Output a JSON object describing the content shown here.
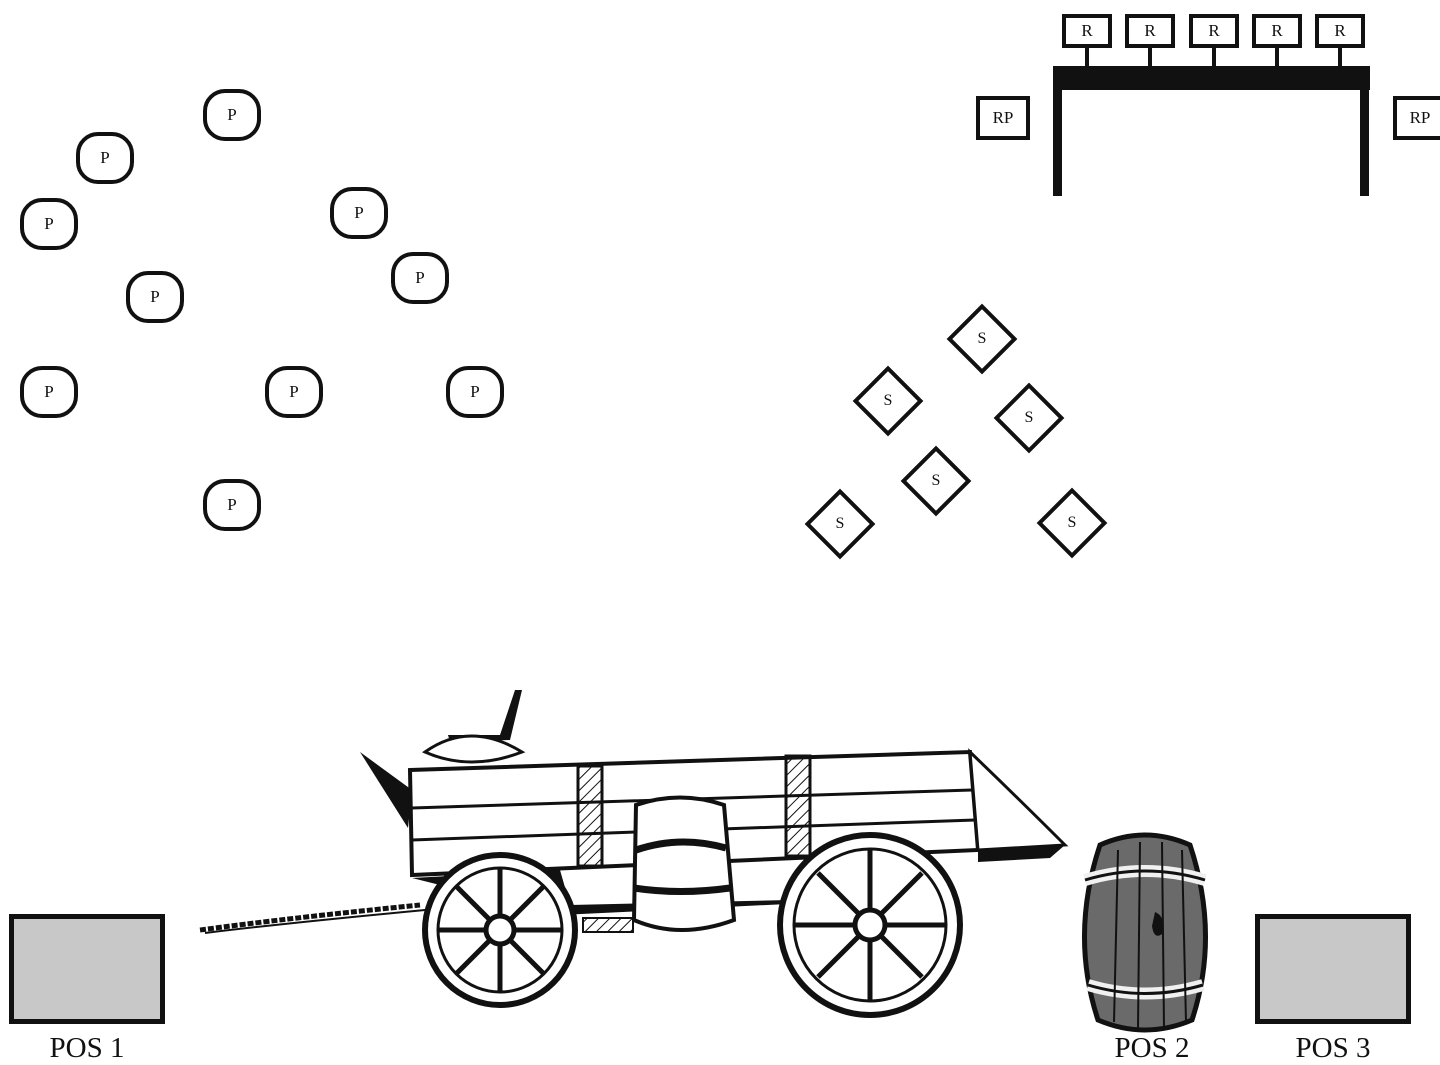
{
  "tokens": {
    "p": "P",
    "s": "S",
    "r": "R",
    "rp": "RP"
  },
  "positions": {
    "pos1": "POS 1",
    "pos2": "POS 2",
    "pos3": "POS 3"
  },
  "colors": {
    "stroke": "#111111",
    "position_fill": "#c8c8c8",
    "background": "#ffffff"
  },
  "icons": {
    "wagon": "covered-wagon-icon",
    "barrel": "barrel-icon",
    "rack": "rack-icon"
  }
}
